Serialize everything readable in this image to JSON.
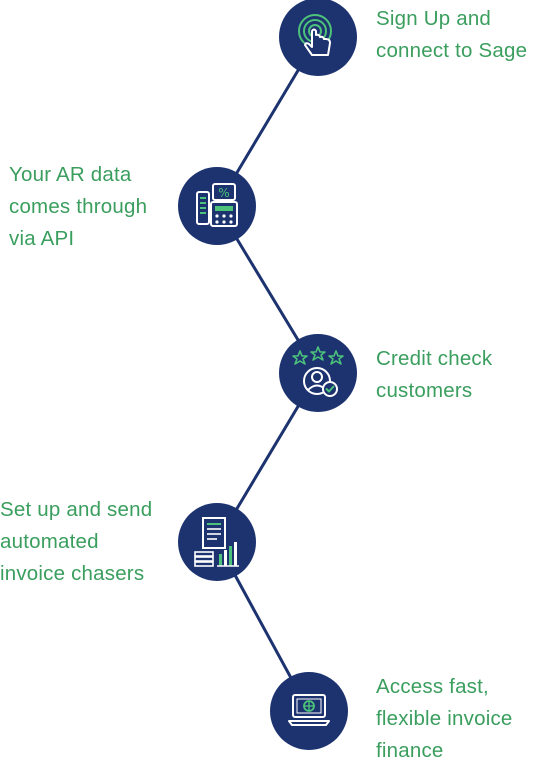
{
  "colors": {
    "circle": "#1c3370",
    "line": "#1c3370",
    "text": "#3a9e5e",
    "icon_green": "#4cc27a"
  },
  "steps": [
    {
      "icon": "touch-icon",
      "lines": [
        "Sign Up and",
        "connect to Sage"
      ]
    },
    {
      "icon": "calculator-icon",
      "lines": [
        "Your AR data",
        "comes through",
        "via API"
      ]
    },
    {
      "icon": "customer-rating-icon",
      "lines": [
        "Credit check",
        "customers"
      ]
    },
    {
      "icon": "invoice-chart-icon",
      "lines": [
        "Set up and send",
        "automated",
        "invoice chasers"
      ]
    },
    {
      "icon": "laptop-finance-icon",
      "lines": [
        "Access fast,",
        "flexible invoice",
        "finance"
      ]
    }
  ]
}
